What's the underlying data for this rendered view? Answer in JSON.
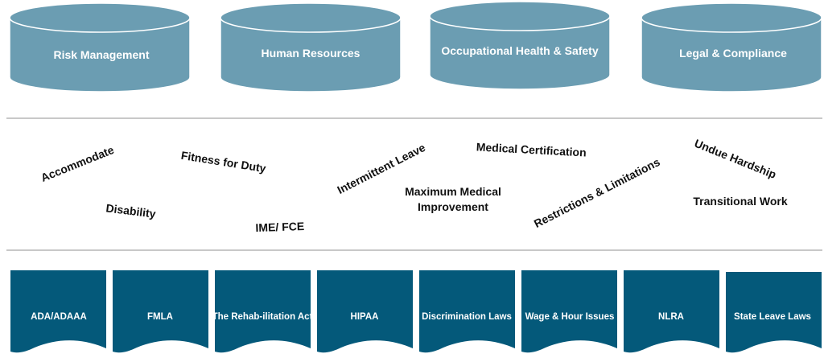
{
  "colors": {
    "cylinder_fill": "#6b9db2",
    "cylinder_stroke": "#ffffff",
    "document_fill": "#04597a",
    "divider": "#c8c8c8",
    "term_text": "#111111"
  },
  "departments": [
    {
      "label": "Risk Management"
    },
    {
      "label": "Human Resources"
    },
    {
      "label": "Occupational Health & Safety"
    },
    {
      "label": "Legal & Compliance"
    }
  ],
  "terms": [
    {
      "label": "Accommodate"
    },
    {
      "label": "Disability"
    },
    {
      "label": "Fitness for Duty"
    },
    {
      "label": "IME/ FCE"
    },
    {
      "label": "Intermittent Leave"
    },
    {
      "label": "Maximum Medical"
    },
    {
      "label": "Improvement"
    },
    {
      "label": "Medical Certification"
    },
    {
      "label": "Restrictions & Limitations"
    },
    {
      "label": "Undue Hardship"
    },
    {
      "label": "Transitional Work"
    }
  ],
  "laws": [
    {
      "label": "ADA/ADAAA"
    },
    {
      "label": "FMLA"
    },
    {
      "label": "The Rehab-ilitation Act"
    },
    {
      "label": "HIPAA"
    },
    {
      "label": "Discrimination Laws"
    },
    {
      "label": "Wage & Hour Issues"
    },
    {
      "label": "NLRA"
    },
    {
      "label": "State Leave Laws"
    }
  ]
}
